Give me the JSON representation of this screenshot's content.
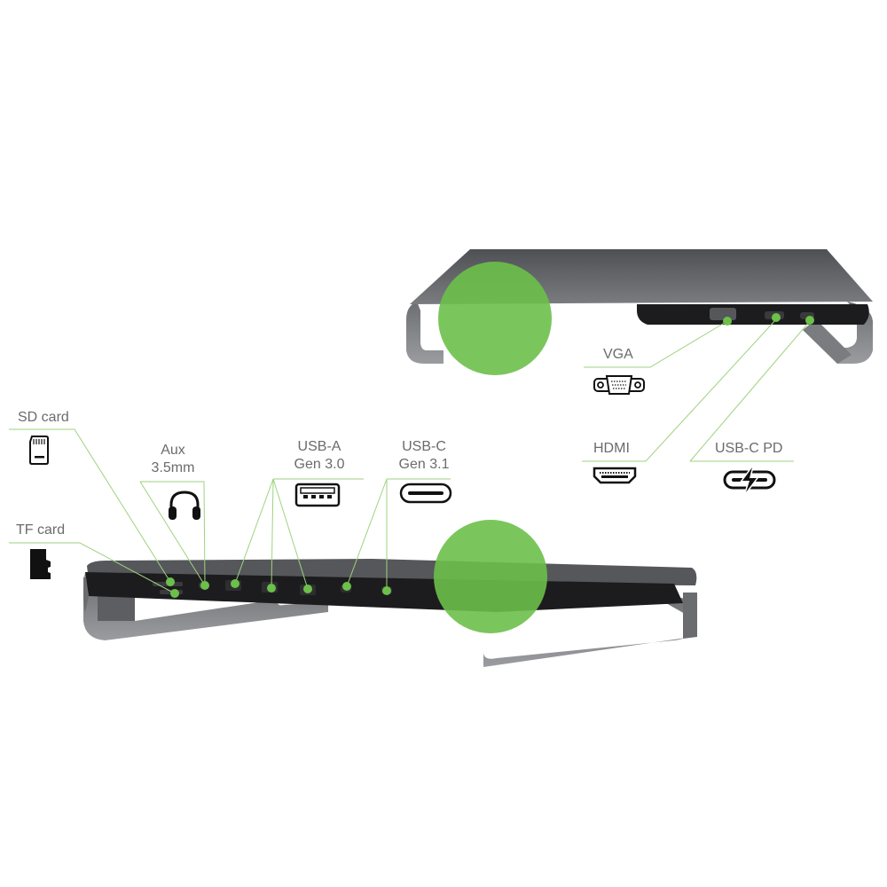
{
  "colors": {
    "accent_green": "#6cc04a",
    "leader_line": "#9fd27f",
    "stand_body": "#5d5f63",
    "stand_panel": "#1c1c1e",
    "label_text": "#6b6b6b"
  },
  "callouts": {
    "sd_card": {
      "label": "SD card",
      "icon": "sd-card-icon"
    },
    "tf_card": {
      "label": "TF card",
      "icon": "microsd-card-icon"
    },
    "aux": {
      "label_line1": "Aux",
      "label_line2": "3.5mm",
      "icon": "headphones-icon"
    },
    "usb_a": {
      "label_line1": "USB-A",
      "label_line2": "Gen 3.0",
      "icon": "usb-a-port-icon"
    },
    "usb_c": {
      "label_line1": "USB-C",
      "label_line2": "Gen 3.1",
      "icon": "usb-c-port-icon"
    },
    "vga": {
      "label": "VGA",
      "icon": "vga-port-icon"
    },
    "hdmi": {
      "label": "HDMI",
      "icon": "hdmi-port-icon"
    },
    "usb_c_pd": {
      "label": "USB-C PD",
      "icon": "usb-c-power-delivery-icon"
    }
  }
}
